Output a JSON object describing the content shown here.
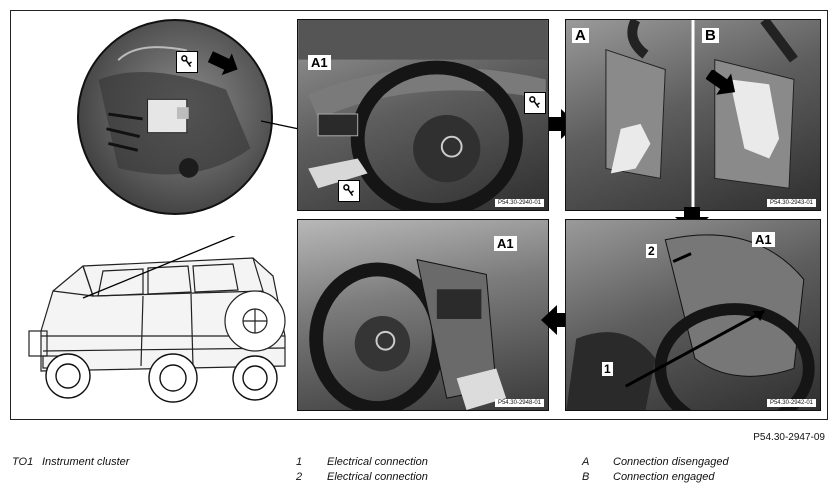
{
  "figure": {
    "panel_codes": {
      "top_center": "P54.30-2940-01",
      "top_right": "P54.30-2943-01",
      "bottom_center": "P54.30-2948-01",
      "bottom_right": "P54.30-2942-01"
    },
    "labels": {
      "a1": "A1",
      "a": "A",
      "b": "B",
      "one": "1",
      "two": "2"
    },
    "reference": "P54.30-2947-09"
  },
  "legend": {
    "col1": [
      {
        "key": "TO1",
        "text": "Instrument cluster"
      }
    ],
    "col2": [
      {
        "key": "1",
        "text": "Electrical connection"
      },
      {
        "key": "2",
        "text": "Electrical connection"
      }
    ],
    "col3": [
      {
        "key": "A",
        "text": "Connection disengaged"
      },
      {
        "key": "B",
        "text": "Connection engaged"
      }
    ]
  },
  "icons": [
    "tool-key-icon",
    "arrow-right-icon",
    "arrow-down-icon",
    "arrow-left-icon",
    "vehicle-drawing",
    "magnifier-circle"
  ]
}
